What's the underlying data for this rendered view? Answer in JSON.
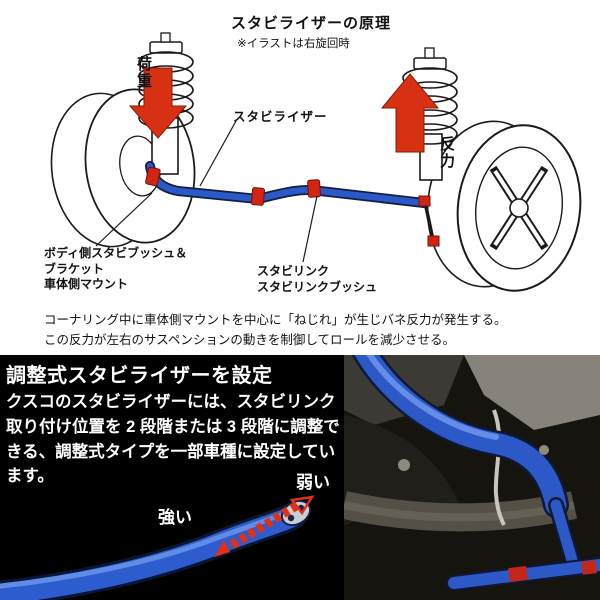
{
  "principle": {
    "title": "スタビライザーの原理",
    "note": "※イラストは右旋回時",
    "stabilizer_label": "スタビライザー",
    "load_label": "荷重",
    "reaction_label": "反力",
    "body_mount_lines": [
      "ボディ側スタビブッシュ＆",
      "ブラケット",
      "車体側マウント"
    ],
    "link_lines": [
      "スタビリンク",
      "スタビリンクブッシュ"
    ],
    "caption_lines": [
      "コーナリング中に車体側マウントを中心に「ねじれ」が生じバネ反力が発生する。",
      "この反力が左右のサスペンションの動きを制御してロールを減少させる。"
    ]
  },
  "adjustable": {
    "heading": "調整式スタビライザーを設定",
    "body": "クスコのスタビライザーには、スタビリンク取り付け位置を 2 段階または 3 段階に調整できる、調整式タイプを一部車種に設定しています。",
    "strong_label": "強い",
    "weak_label": "弱い"
  },
  "colors": {
    "stabilizer_blue": "#2c58c8",
    "arrow_red": "#d83012",
    "clamp_red": "#cf2512",
    "panel_background": "#000000"
  }
}
